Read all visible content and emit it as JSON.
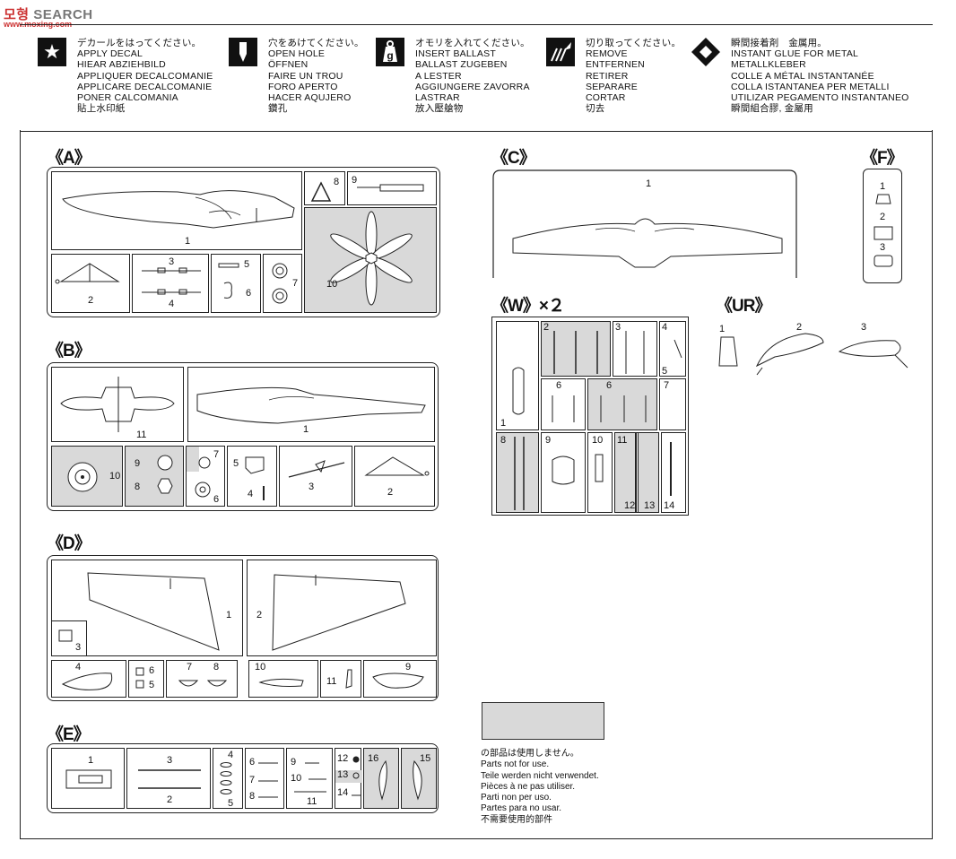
{
  "header": {
    "logo_brand": "모형",
    "logo_text": "SEARCH",
    "logo_url": "www.moxing.com"
  },
  "legend": [
    {
      "icon": "star-icon",
      "lines": [
        "デカールをはってください。",
        "APPLY DECAL",
        "HIEAR ABZIEHBILD",
        "APPLIQUER DECALCOMANIE",
        "APPLICARE DECALCOMANIE",
        "PONER CALCOMANIA",
        "貼上水印紙"
      ]
    },
    {
      "icon": "drill-icon",
      "lines": [
        "穴をあけてください。",
        "OPEN HOLE",
        "ÖFFNEN",
        "FAIRE UN TROU",
        "FORO APERTO",
        "HACER AQUJERO",
        "鑽孔"
      ]
    },
    {
      "icon": "weight-icon",
      "lines": [
        "オモリを入れてください。",
        "INSERT BALLAST",
        "BALLAST ZUGEBEN",
        "A LESTER",
        "AGGIUNGERE ZAVORRA",
        "LASTRAR",
        "放入壓艙物"
      ]
    },
    {
      "icon": "knife-icon",
      "lines": [
        "切り取ってください。",
        "REMOVE",
        "ENTFERNEN",
        "RETIRER",
        "SEPARARE",
        "CORTAR",
        "切去"
      ]
    },
    {
      "icon": "glue-icon",
      "lines": [
        "瞬間接着剤　金属用。",
        "INSTANT GLUE FOR METAL",
        "METALLKLEBER",
        "COLLE A MÉTAL INSTANTANÉE",
        "COLLA ISTANTANEA PER METALLI",
        "UTILIZAR PEGAMENTO INSTANTANEO",
        "瞬間組合膠, 金屬用"
      ]
    }
  ],
  "weight_glyph": "g",
  "sections": {
    "A": {
      "title": "《A》",
      "parts": [
        "1",
        "2",
        "3",
        "4",
        "5",
        "6",
        "7",
        "8",
        "9",
        "10"
      ]
    },
    "B": {
      "title": "《B》",
      "parts": [
        "1",
        "2",
        "3",
        "4",
        "5",
        "6",
        "7",
        "8",
        "9",
        "10",
        "11"
      ]
    },
    "C": {
      "title": "《C》",
      "parts": [
        "1"
      ]
    },
    "D": {
      "title": "《D》",
      "parts": [
        "1",
        "2",
        "3",
        "4",
        "5",
        "6",
        "7",
        "8",
        "9",
        "10",
        "11"
      ]
    },
    "E": {
      "title": "《E》",
      "parts": [
        "1",
        "2",
        "3",
        "4",
        "5",
        "6",
        "7",
        "8",
        "9",
        "10",
        "11",
        "12",
        "13",
        "14",
        "15",
        "16"
      ]
    },
    "F": {
      "title": "《F》",
      "parts": [
        "1",
        "2",
        "3"
      ]
    },
    "W": {
      "title": "《W》×２",
      "parts": [
        "1",
        "2",
        "3",
        "4",
        "5",
        "6",
        "7",
        "8",
        "9",
        "10",
        "11",
        "12",
        "13",
        "14"
      ]
    },
    "UR": {
      "title": "《UR》",
      "parts": [
        "1",
        "2",
        "3"
      ]
    }
  },
  "notes": [
    "の部品は使用しません。",
    "Parts not for use.",
    "Teile werden nicht verwendet.",
    "Pièces à ne pas utiliser.",
    "Parti non per uso.",
    "Partes para no usar.",
    "不需要使用的部件"
  ]
}
